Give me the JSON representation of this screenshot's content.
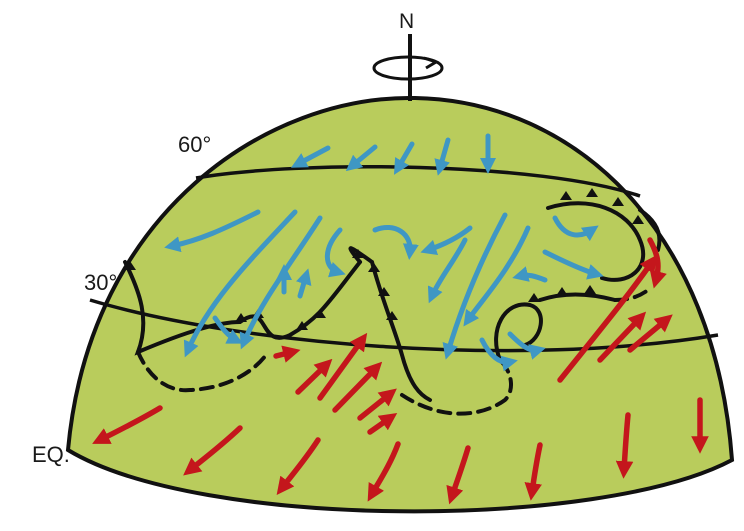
{
  "labels": {
    "north": "N",
    "lat60": "60°",
    "lat30": "30°",
    "equator": "EQ."
  },
  "colors": {
    "globe_fill": "#b9cc5c",
    "outline": "#111111",
    "polar_wind": "#3f97c4",
    "tropical_wind": "#c4161c",
    "front": "#111111"
  }
}
